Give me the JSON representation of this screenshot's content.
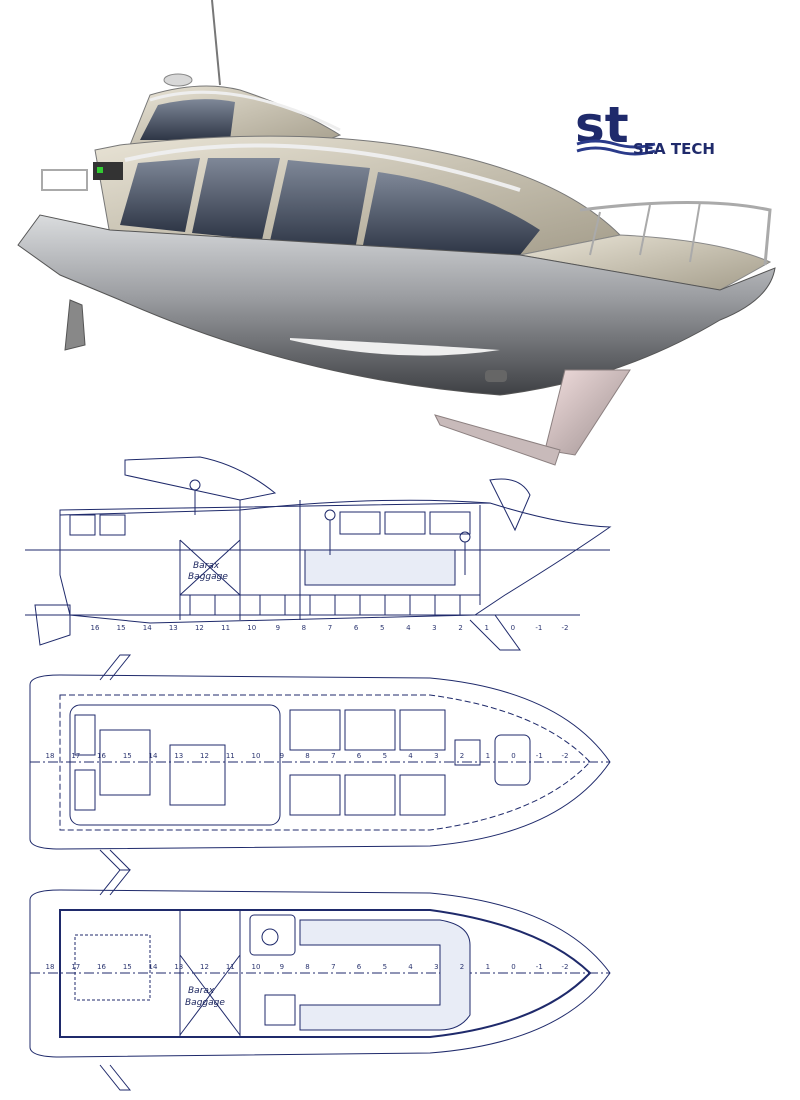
{
  "logo": {
    "monogram": "st",
    "brand": "SEA TECH",
    "colors": {
      "primary": "#1f2a6b",
      "wave": "#2a3a8a"
    }
  },
  "labels": {
    "barax": "Barax",
    "baggage": "Baggage"
  },
  "frame_numbers_profile": [
    "16",
    "15",
    "14",
    "13",
    "12",
    "11",
    "10",
    "9",
    "8",
    "7",
    "6",
    "5",
    "4",
    "3",
    "2",
    "1",
    "0",
    "-1",
    "-2"
  ],
  "frame_numbers_plan": [
    "18",
    "17",
    "16",
    "15",
    "14",
    "13",
    "12",
    "11",
    "10",
    "9",
    "8",
    "7",
    "6",
    "5",
    "4",
    "3",
    "2",
    "1",
    "0",
    "-1",
    "-2"
  ],
  "colors": {
    "line": "#1f2a6b",
    "hull_dark": "#5a5c60",
    "hull_light": "#c9cbce",
    "superstructure": "#cdc7b8",
    "glass": "#4a5468"
  }
}
